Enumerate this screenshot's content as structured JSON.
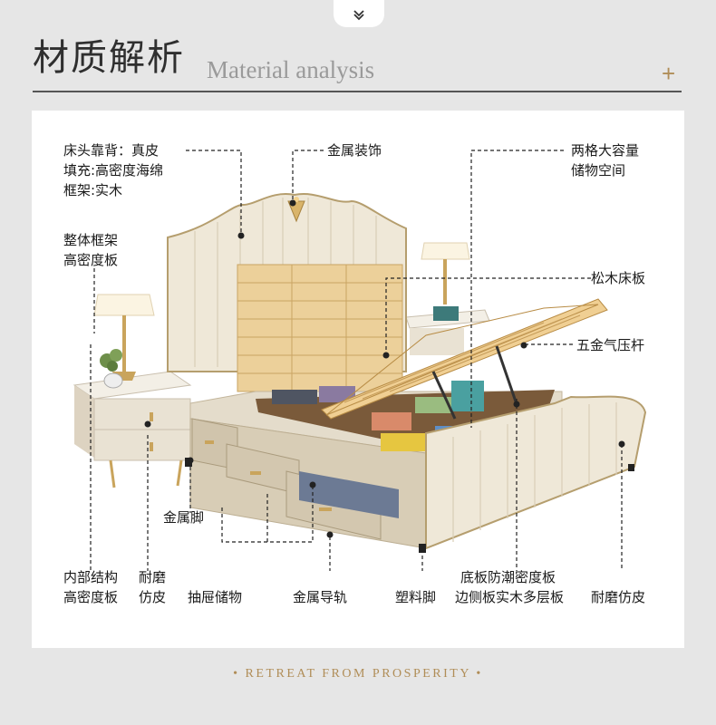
{
  "header": {
    "title_cn": "材质解析",
    "title_en": "Material analysis",
    "plus_symbol": "+"
  },
  "callouts": {
    "headboard": [
      "床头靠背：真皮",
      "填充:高密度海绵",
      "框架:实木"
    ],
    "metal_deco": [
      "金属装饰"
    ],
    "storage": [
      "两格大容量",
      "储物空间"
    ],
    "frame": [
      "整体框架",
      "高密度板"
    ],
    "pine_slats": [
      "松木床板"
    ],
    "gas_strut": [
      "五金气压杆"
    ],
    "metal_feet": [
      "金属脚"
    ],
    "inner_structure": [
      "内部结构",
      "高密度板"
    ],
    "wear_resistant_left": [
      "耐磨",
      "仿皮"
    ],
    "drawer_storage": [
      "抽屉储物"
    ],
    "metal_rail": [
      "金属导轨"
    ],
    "plastic_feet": [
      "塑料脚"
    ],
    "base_board": [
      "底板防潮密度板",
      "边侧板实木多层板"
    ],
    "wear_resistant_right": [
      "耐磨仿皮"
    ]
  },
  "footer": {
    "tagline": "• RETREAT FROM PROSPERITY •"
  },
  "colors": {
    "page_bg": "#e6e6e6",
    "accent_gold": "#b08d57",
    "leather": "#efe8d8",
    "wood": "#e8c88e"
  },
  "icons": {
    "top_tab": "chevron-down-icon"
  }
}
